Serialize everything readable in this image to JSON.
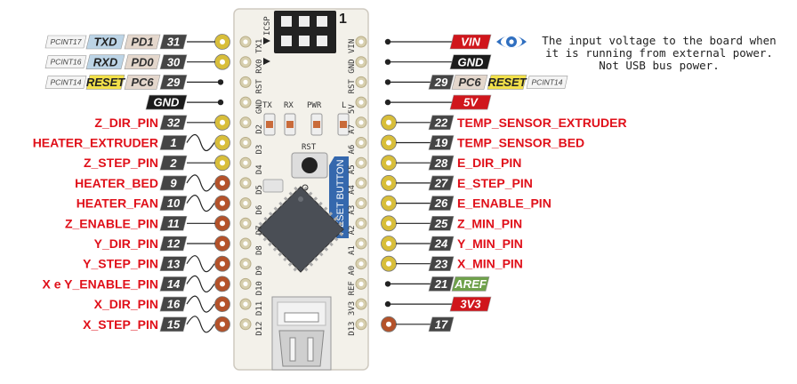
{
  "colors": {
    "pin_label": "#e0101a",
    "num_tag": "#454545",
    "vin_tag": "#d0161c",
    "gnd_tag": "#1b1b1b",
    "aref_tag": "#6fa14b",
    "reset_tag": "#f2e04a",
    "port_tag": "#e4d7cc",
    "serial_tag": "#bcd4e6",
    "pcint_tag": "#f4f4f4",
    "pad_gold": "#d8be3a",
    "pad_copper": "#b4522a",
    "board": "#f3f1ea",
    "chip": "#4a4e55",
    "reset_button": "#3568ad"
  },
  "board": {
    "icsp_label": "ICSP",
    "icsp_num": "1",
    "led_labels": [
      "TX",
      "RX",
      "PWR",
      "L"
    ],
    "rst_label": "RST",
    "reset_button_text": "RESET BUTTON",
    "left_silk": [
      "TX1",
      "RX0",
      "RST",
      "GND",
      "D2",
      "D3",
      "D4",
      "D5",
      "D6",
      "D7",
      "D8",
      "D9",
      "D10",
      "D11",
      "D12"
    ],
    "right_silk": [
      "VIN",
      "GND",
      "RST",
      "5V",
      "A7",
      "A6",
      "A5",
      "A4",
      "A3",
      "A2",
      "A1",
      "A0",
      "REF",
      "3V3",
      "D13"
    ]
  },
  "left_pins": [
    {
      "pcint": "PCINT17",
      "alt": "TXD",
      "port": "PD1",
      "num": "31",
      "pad": "gold"
    },
    {
      "pcint": "PCINT16",
      "alt": "RXD",
      "port": "PD0",
      "num": "30",
      "pad": "gold"
    },
    {
      "pcint": "PCINT14",
      "alt": "RESET",
      "port": "PC6",
      "num": "29",
      "pad": "dot"
    },
    {
      "gnd": "GND",
      "pad": "dot"
    },
    {
      "label": "Z_DIR_PIN",
      "num": "32",
      "pad": "gold"
    },
    {
      "label": "HEATER_EXTRUDER",
      "num": "1",
      "pad": "gold",
      "wave": true
    },
    {
      "label": "Z_STEP_PIN",
      "num": "2",
      "pad": "gold"
    },
    {
      "label": "HEATER_BED",
      "num": "9",
      "pad": "copper",
      "wave": true
    },
    {
      "label": "HEATER_FAN",
      "num": "10",
      "pad": "copper",
      "wave": true
    },
    {
      "label": "Z_ENABLE_PIN",
      "num": "11",
      "pad": "copper"
    },
    {
      "label": "Y_DIR_PIN",
      "num": "12",
      "pad": "copper"
    },
    {
      "label": "Y_STEP_PIN",
      "num": "13",
      "pad": "copper",
      "wave": true
    },
    {
      "label": "X e Y_ENABLE_PIN",
      "num": "14",
      "pad": "copper",
      "wave": true
    },
    {
      "label": "X_DIR_PIN",
      "num": "16",
      "pad": "copper",
      "wave": true
    },
    {
      "label": "X_STEP_PIN",
      "num": "15",
      "pad": "copper",
      "wave": true
    }
  ],
  "right_pins": [
    {
      "vin": "VIN",
      "pad": "dot"
    },
    {
      "gnd": "GND",
      "pad": "dot"
    },
    {
      "num": "29",
      "port": "PC6",
      "alt": "RESET",
      "pcint": "PCINT14",
      "pad": "dot"
    },
    {
      "v5": "5V",
      "pad": "dot"
    },
    {
      "label": "TEMP_SENSOR_EXTRUDER",
      "num": "22",
      "pad": "gold"
    },
    {
      "label": "TEMP_SENSOR_BED",
      "num": "19",
      "pad": "gold"
    },
    {
      "label": "E_DIR_PIN",
      "num": "28",
      "pad": "gold"
    },
    {
      "label": "E_STEP_PIN",
      "num": "27",
      "pad": "gold"
    },
    {
      "label": "E_ENABLE_PIN",
      "num": "26",
      "pad": "gold"
    },
    {
      "label": "Z_MIN_PIN",
      "num": "25",
      "pad": "gold"
    },
    {
      "label": "Y_MIN_PIN",
      "num": "24",
      "pad": "gold"
    },
    {
      "label": "X_MIN_PIN",
      "num": "23",
      "pad": "gold"
    },
    {
      "aref": "AREF",
      "num": "21",
      "pad": "dot"
    },
    {
      "v33": "3V3",
      "pad": "dot"
    },
    {
      "num": "17",
      "pad": "copper"
    }
  ],
  "note": {
    "icon": "eye-icon",
    "lines": [
      "The input voltage to the board when",
      "it is running from external power.",
      "Not USB bus power."
    ]
  }
}
